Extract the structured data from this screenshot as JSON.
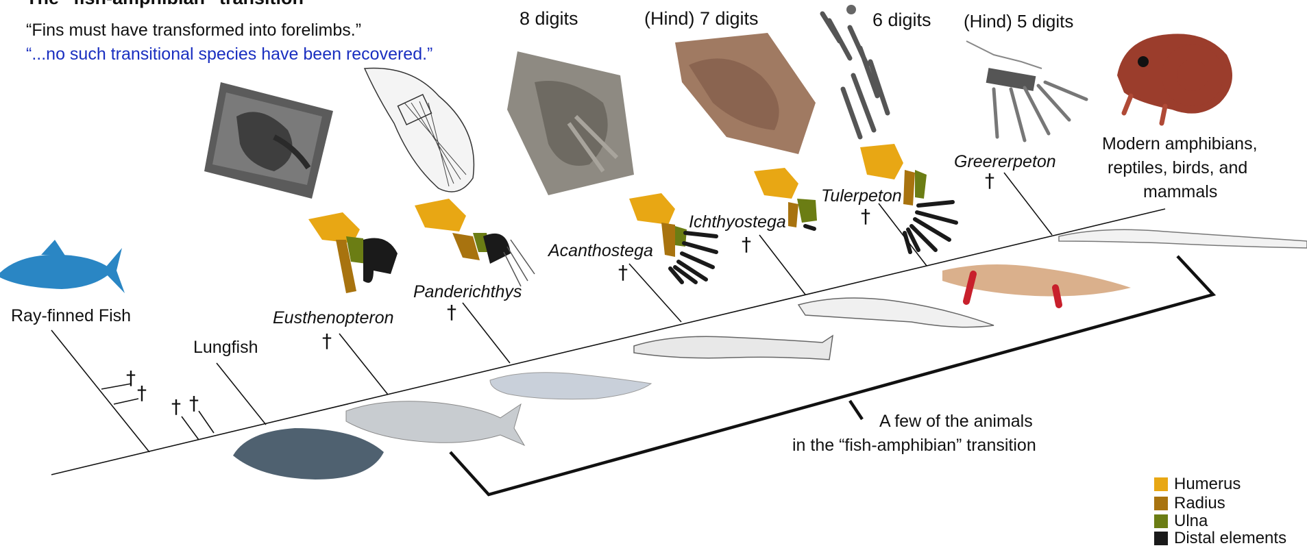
{
  "title": "The “fish-amphibian” transition",
  "quote": {
    "line1": "“Fins must have transformed into forelimbs.”",
    "line2": "“...no such transitional species have been recovered.”",
    "line2_color": "#1a2fc0"
  },
  "digits": {
    "d8": "8 digits",
    "d7": "(Hind) 7 digits",
    "d6": "6 digits",
    "d5": "(Hind) 5 digits"
  },
  "taxa": {
    "ray_finned": "Ray-finned Fish",
    "lungfish": "Lungfish",
    "eusthenopteron": "Eusthenopteron",
    "panderichthys": "Panderichthys",
    "acanthostega": "Acanthostega",
    "ichthyostega": "Ichthyostega",
    "tulerpeton": "Tulerpeton",
    "greererpeton": "Greererpeton",
    "modern_l1": "Modern amphibians,",
    "modern_l2": "reptiles, birds, and",
    "modern_l3": "mammals"
  },
  "bracket": {
    "line1": "A few of the animals",
    "line2": "in the “fish-amphibian” transition"
  },
  "dagger": "†",
  "legend": [
    {
      "label": "Humerus",
      "color": "#e8a714"
    },
    {
      "label": "Radius",
      "color": "#a8730f"
    },
    {
      "label": "Ulna",
      "color": "#6b7d14"
    },
    {
      "label": "Distal elements",
      "color": "#1a1a1a"
    }
  ],
  "colors": {
    "humerus": "#e8a714",
    "radius": "#a8730f",
    "ulna": "#6b7d14",
    "distal": "#1a1a1a",
    "fish_blue": "#2a86c4",
    "salamander": "#9b3d2c"
  }
}
